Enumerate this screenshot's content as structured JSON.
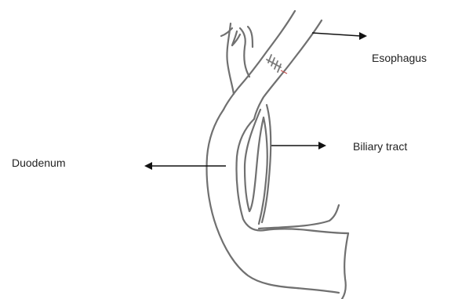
{
  "labels": {
    "esophagus": "Esophagus",
    "biliary_tract": "Biliary tract",
    "duodenum": "Duodenum"
  },
  "colors": {
    "sketch_stroke": "#707070",
    "arrow": "#111111",
    "suture_accent": "#c0504d"
  }
}
